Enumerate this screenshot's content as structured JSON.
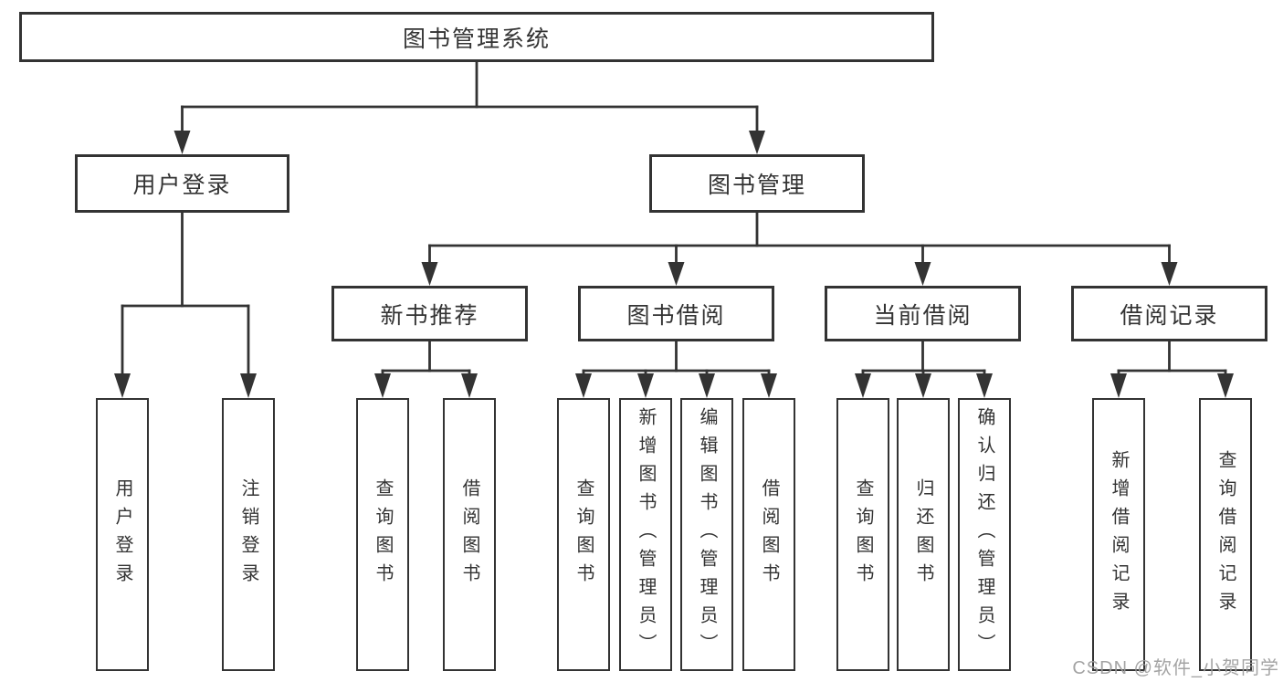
{
  "diagram": {
    "type": "hierarchy-tree",
    "nodes": {
      "root": {
        "label": "图书管理系统"
      },
      "level2": [
        {
          "label": "用户登录",
          "parent": "图书管理系统"
        },
        {
          "label": "图书管理",
          "parent": "图书管理系统"
        }
      ],
      "level3": [
        {
          "label": "新书推荐",
          "parent": "图书管理"
        },
        {
          "label": "图书借阅",
          "parent": "图书管理"
        },
        {
          "label": "当前借阅",
          "parent": "图书管理"
        },
        {
          "label": "借阅记录",
          "parent": "图书管理"
        }
      ],
      "leaves": [
        {
          "label": "用户登录",
          "parent": "用户登录"
        },
        {
          "label": "注销登录",
          "parent": "用户登录"
        },
        {
          "label": "查询图书",
          "parent": "新书推荐"
        },
        {
          "label": "借阅图书",
          "parent": "新书推荐"
        },
        {
          "label": "查询图书",
          "parent": "图书借阅"
        },
        {
          "label": "新增图书（管理员）",
          "parent": "图书借阅"
        },
        {
          "label": "编辑图书（管理员）",
          "parent": "图书借阅"
        },
        {
          "label": "借阅图书",
          "parent": "图书借阅"
        },
        {
          "label": "查询图书",
          "parent": "当前借阅"
        },
        {
          "label": "归还图书",
          "parent": "当前借阅"
        },
        {
          "label": "确认归还（管理员）",
          "parent": "当前借阅"
        },
        {
          "label": "新增借阅记录",
          "parent": "借阅记录"
        },
        {
          "label": "查询借阅记录",
          "parent": "借阅记录"
        }
      ]
    },
    "colors": {
      "border": "#333333",
      "line": "#333333",
      "text": "#333333",
      "background": "#ffffff",
      "watermark": "#9b9b9b"
    }
  },
  "watermark": {
    "text": "CSDN @软件_小贺同学"
  }
}
